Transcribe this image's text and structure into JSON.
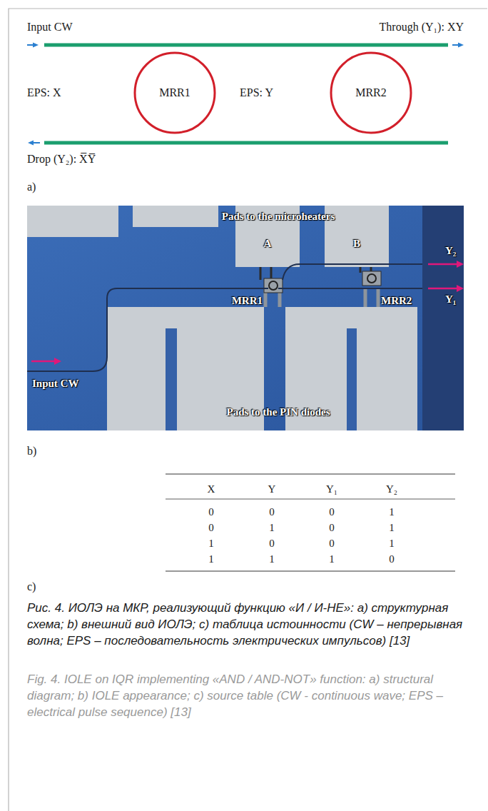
{
  "diagram": {
    "caption": "Рис. 4. ИОЛЭ на МКР, реализующий функцию «И / И-НЕ»: a) структурная схема; b) внешний вид ИОЛЭ; c) таблица истоинности (CW – непрерывная волна; EPS – последовательность электрических импульсов) [13]",
    "nodes": [
      {
        "text": [
          "MRR1"
        ]
      },
      {
        "text": [
          "MRR2"
        ]
      }
    ],
    "labels": [
      "Input CW",
      "Through (Y₁): XY",
      "EPS: X",
      "EPS: Y",
      "Drop (Y₂): X̅Y̅",
      "a)",
      "Pads to the microheaters",
      "A",
      "B",
      "MRR1",
      "MRR2",
      "Y₂",
      "Y₁",
      "Input CW",
      "Pads to the PIN diodes",
      "b)",
      "X",
      "Y",
      "Y₁",
      "Y₂",
      "0",
      "0",
      "0",
      "1",
      "0",
      "1",
      "0",
      "1",
      "1",
      "0",
      "0",
      "1",
      "1",
      "1",
      "1",
      "0",
      "c)",
      "Fig. 4. IOLE on IQR implementing «AND / AND-NOT» function: a) structural diagram; b) IOLE appearance; c) source table (CW - continuous wave; EPS – electrical pulse sequence) [13]"
    ]
  }
}
